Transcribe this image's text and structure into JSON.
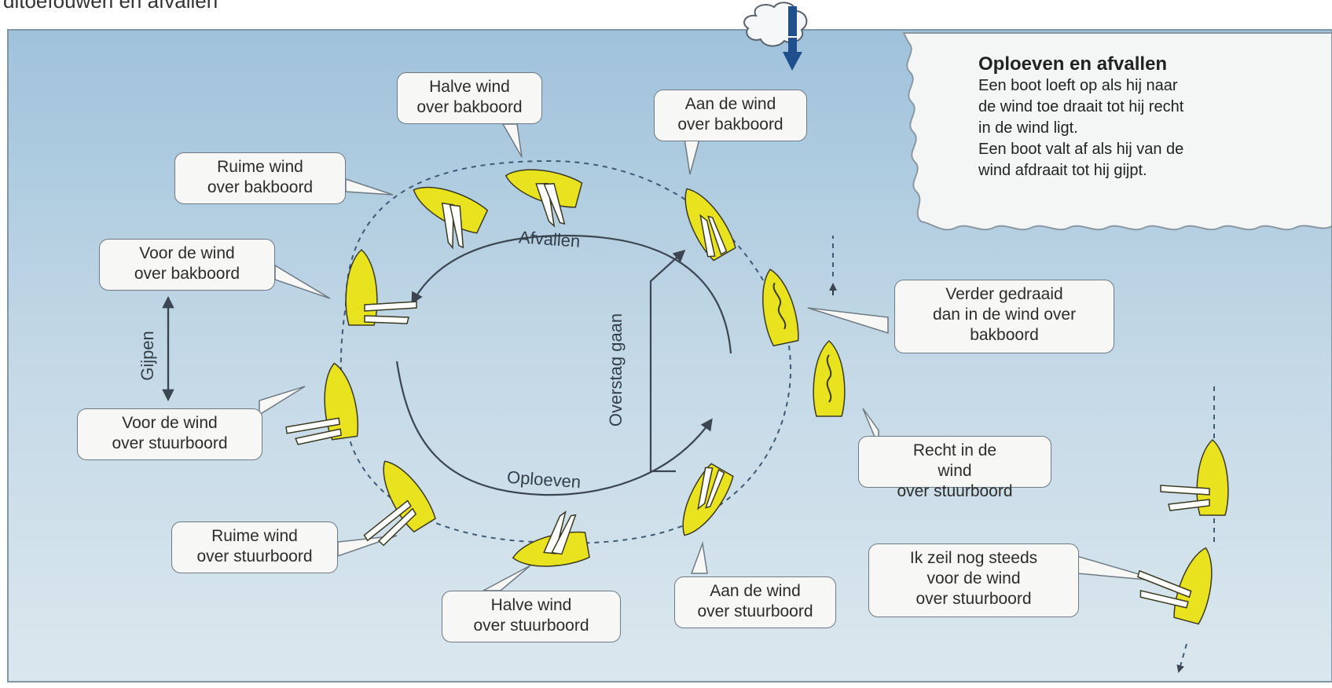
{
  "header": {
    "caption": "ditoefouwen en afvallen"
  },
  "info": {
    "title": "Oploeven en afvallen",
    "body": "Een boot loeft op als hij naar\nde wind toe draait tot hij recht\nin de wind ligt.\nEen boot valt af als hij van de\nwind afdraait tot hij gijpt."
  },
  "arrows": {
    "afvallen": "Afvallen",
    "oploeven": "Oploeven",
    "overstag": "Overstag gaan",
    "gijpen": "Gijpen"
  },
  "labels": {
    "halve_bak": "Halve wind\nover bakboord",
    "aan_bak": "Aan de wind\nover bakboord",
    "ruime_bak": "Ruime wind\nover bakboord",
    "voor_bak": "Voor de wind\nover bakboord",
    "verder": "Verder gedraaid\ndan in de wind over\nbakboord",
    "voor_stuur": "Voor de wind\nover stuurboord",
    "recht": "Recht in de\nwind\nover stuurboord",
    "ruime_stuur": "Ruime wind\nover stuurboord",
    "aan_stuur": "Aan de wind\nover stuurboord",
    "halve_stuur": "Halve wind\nover stuurboord",
    "ik_zeil": "Ik zeil nog steeds\nvoor de wind\nover stuurboord"
  },
  "colors": {
    "water_top": "#9fc2db",
    "water_bottom": "#d9e6ee",
    "hull": "#e9e31f",
    "hull_outline": "#3a3a22",
    "sail": "#ffffff",
    "wind_icon": "#1f4f8c",
    "label_bg": "#f7f7f5"
  },
  "icons": [
    "wind-cloud-icon",
    "wind-arrow-icon",
    "sailboat-icon",
    "curved-arrow-icon",
    "speech-bubble-icon"
  ]
}
